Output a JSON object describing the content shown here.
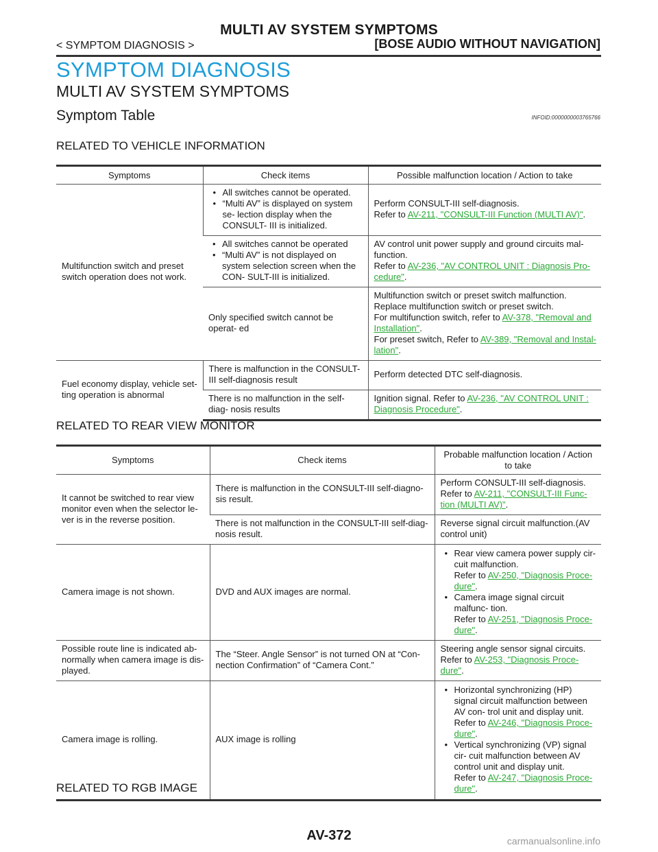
{
  "header": {
    "title": "MULTI AV SYSTEM SYMPTOMS",
    "section_breadcrumb": "< SYMPTOM DIAGNOSIS >",
    "model_tag": "[BOSE AUDIO WITHOUT NAVIGATION]"
  },
  "section_heading": "SYMPTOM DIAGNOSIS",
  "subsection_title": "MULTI AV SYSTEM SYMPTOMS",
  "symptom_table_title": "Symptom Table",
  "infoid": "INFOID:0000000003765766",
  "vehicle_info": {
    "heading": "RELATED TO VEHICLE INFORMATION",
    "headers": [
      "Symptoms",
      "Check items",
      "Possible malfunction location / Action to take"
    ],
    "rows": {
      "r1": {
        "symptom": "Multifunction switch and preset switch operation does not work.",
        "check_items": [
          "All switches cannot be operated.",
          "“Multi AV” is displayed on system se- lection display when the CONSULT- III is initialized."
        ],
        "action_text": "Perform CONSULT-III self-diagnosis.",
        "action_refer": "Refer to ",
        "action_link": "AV-211, \"CONSULT-III Function (MULTI AV)\"",
        "action_end": "."
      },
      "r2": {
        "check_items": [
          "All switches cannot be operated",
          "“Multi AV” is not displayed on system selection screen when the CON- SULT-III is initialized."
        ],
        "action_text": "AV control unit power supply and ground circuits mal- function.",
        "action_refer": "Refer to ",
        "action_link": "AV-236, \"AV CONTROL UNIT : Diagnosis Pro- cedure\"",
        "action_end": "."
      },
      "r3": {
        "check_item": "Only specified switch cannot be operat- ed",
        "action_line1": "Multifunction switch or preset switch malfunction.",
        "action_line2": "Replace multifunction switch or preset switch.",
        "action_refer1": "For multifunction switch, refer to ",
        "action_link1": "AV-378, \"Removal and Installation\"",
        "action_refer2": "For preset switch, Refer to ",
        "action_link2": "AV-389, \"Removal and Instal- lation\"",
        "action_end": "."
      },
      "r4": {
        "symptom": "Fuel economy display, vehicle set- ting operation is abnormal",
        "check_item": "There is malfunction in the CONSULT- III self-diagnosis result",
        "action": "Perform detected DTC self-diagnosis."
      },
      "r5": {
        "check_item": "There is no malfunction in the self-diag- nosis results",
        "action_refer": "Ignition signal. Refer to ",
        "action_link": "AV-236, \"AV CONTROL UNIT : Diagnosis Procedure\"",
        "action_end": "."
      }
    }
  },
  "rear_view": {
    "heading": "RELATED TO REAR VIEW MONITOR",
    "headers": [
      "Symptoms",
      "Check items",
      "Probable malfunction location / Action to take"
    ],
    "rows": {
      "r1": {
        "symptom": "It cannot be switched to rear view monitor even when the selector le- ver is in the reverse position.",
        "check_item": "There is malfunction in the CONSULT-III self-diagno- sis result.",
        "action_text": "Perform CONSULT-III self-diagnosis.",
        "action_refer": "Refer to ",
        "action_link": "AV-211, \"CONSULT-III Func- tion (MULTI AV)\"",
        "action_end": "."
      },
      "r2": {
        "check_item": "There is not malfunction in the CONSULT-III self-diag- nosis result.",
        "action": "Reverse signal circuit malfunction.(AV control unit)"
      },
      "r3": {
        "symptom": "Camera image is not shown.",
        "check_item": "DVD and AUX images are normal.",
        "b1_text": "Rear view camera power supply cir- cuit malfunction.",
        "b1_refer": "Refer to ",
        "b1_link": "AV-250, \"Diagnosis Proce- dure\"",
        "b2_text": "Camera image signal circuit malfunc- tion.",
        "b2_refer": "Refer to ",
        "b2_link": "AV-251, \"Diagnosis Proce- dure\"",
        "end": "."
      },
      "r4": {
        "symptom": "Possible route line is indicated ab- normally when camera image is dis- played.",
        "check_item": "The “Steer. Angle Sensor” is not turned ON at “Con- nection Confirmation” of “Camera Cont.”",
        "action_text": "Steering angle sensor signal circuits.",
        "action_refer": "Refer to ",
        "action_link": "AV-253, \"Diagnosis Proce- dure\"",
        "action_end": "."
      },
      "r5": {
        "symptom": "Camera image is rolling.",
        "check_item": "AUX image is rolling",
        "b1_text": "Horizontal synchronizing (HP) signal circuit malfunction between AV con- trol unit and display unit.",
        "b1_refer": "Refer to ",
        "b1_link": "AV-246, \"Diagnosis Proce- dure\"",
        "b2_text": "Vertical synchronizing (VP) signal cir- cuit malfunction between AV control unit and display unit.",
        "b2_refer": "Refer to ",
        "b2_link": "AV-247, \"Diagnosis Proce- dure\"",
        "end": "."
      }
    }
  },
  "rgb_heading": "RELATED TO RGB IMAGE",
  "page_number": "AV-372",
  "watermark": "carmanualsonline.info",
  "colors": {
    "heading_blue": "#1b9dd9",
    "link_green": "#2aa836"
  }
}
